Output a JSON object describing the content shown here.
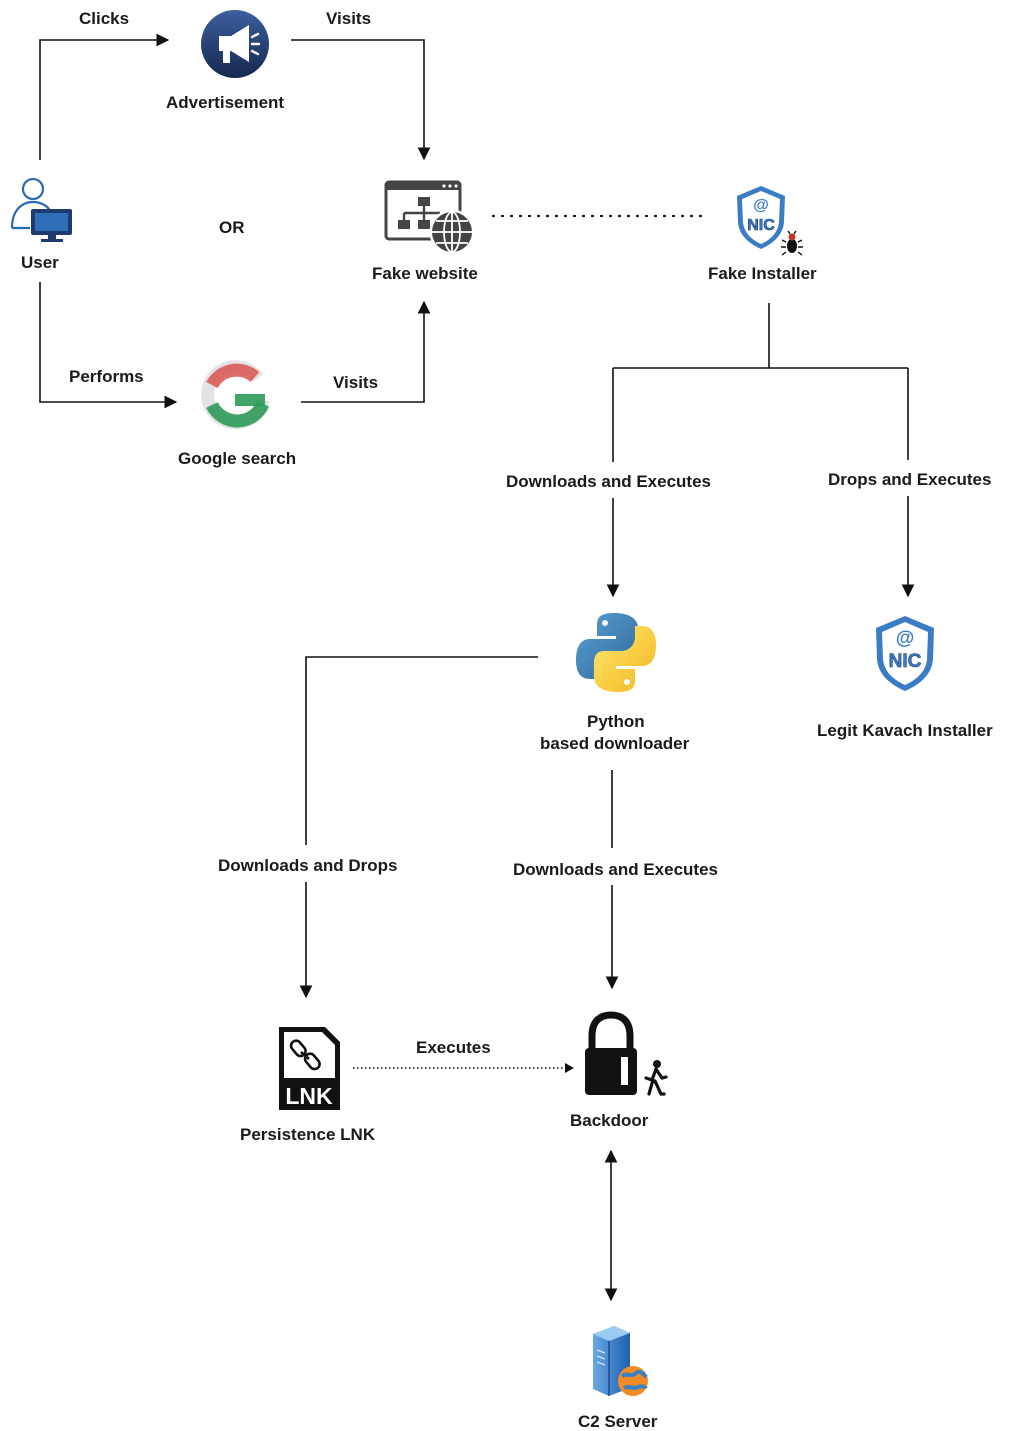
{
  "nodes": {
    "user": {
      "label": "User",
      "icon": "user-computer-icon"
    },
    "advertisement": {
      "label": "Advertisement",
      "icon": "megaphone-icon"
    },
    "google_search": {
      "label": "Google search",
      "icon": "google-g-icon"
    },
    "fake_website": {
      "label": "Fake website",
      "icon": "website-sitemap-globe-icon"
    },
    "fake_installer": {
      "label": "Fake Installer",
      "icon": "nic-shield-bug-icon"
    },
    "python_downloader": {
      "label_line1": "Python",
      "label_line2": "based downloader",
      "icon": "python-logo-icon"
    },
    "legit_installer": {
      "label": "Legit Kavach Installer",
      "icon": "nic-shield-icon"
    },
    "persistence_lnk": {
      "label": "Persistence LNK",
      "icon": "lnk-file-icon",
      "icon_text": "LNK"
    },
    "backdoor": {
      "label": "Backdoor",
      "icon": "padlock-intruder-icon"
    },
    "c2_server": {
      "label": "C2 Server",
      "icon": "server-globe-icon"
    }
  },
  "edges": {
    "user_to_ad": "Clicks",
    "ad_to_website": "Visits",
    "user_to_google": "Performs",
    "google_to_website": "Visits",
    "installer_to_python": "Downloads and Executes",
    "installer_to_legit": "Drops and Executes",
    "python_to_lnk": "Downloads and Drops",
    "python_to_backdoor": "Downloads and Executes",
    "lnk_to_backdoor": "Executes"
  },
  "or_label": "OR",
  "icon_text": {
    "nic": "NIC",
    "at": "@"
  },
  "colors": {
    "navy": "#1f3a6e",
    "shield_blue": "#3b7dc4",
    "python_blue": "#3a73b0",
    "python_yellow": "#f7c934",
    "google_red": "#d9534f",
    "google_green": "#2f9a5a",
    "user_blue": "#2b6cb0"
  }
}
